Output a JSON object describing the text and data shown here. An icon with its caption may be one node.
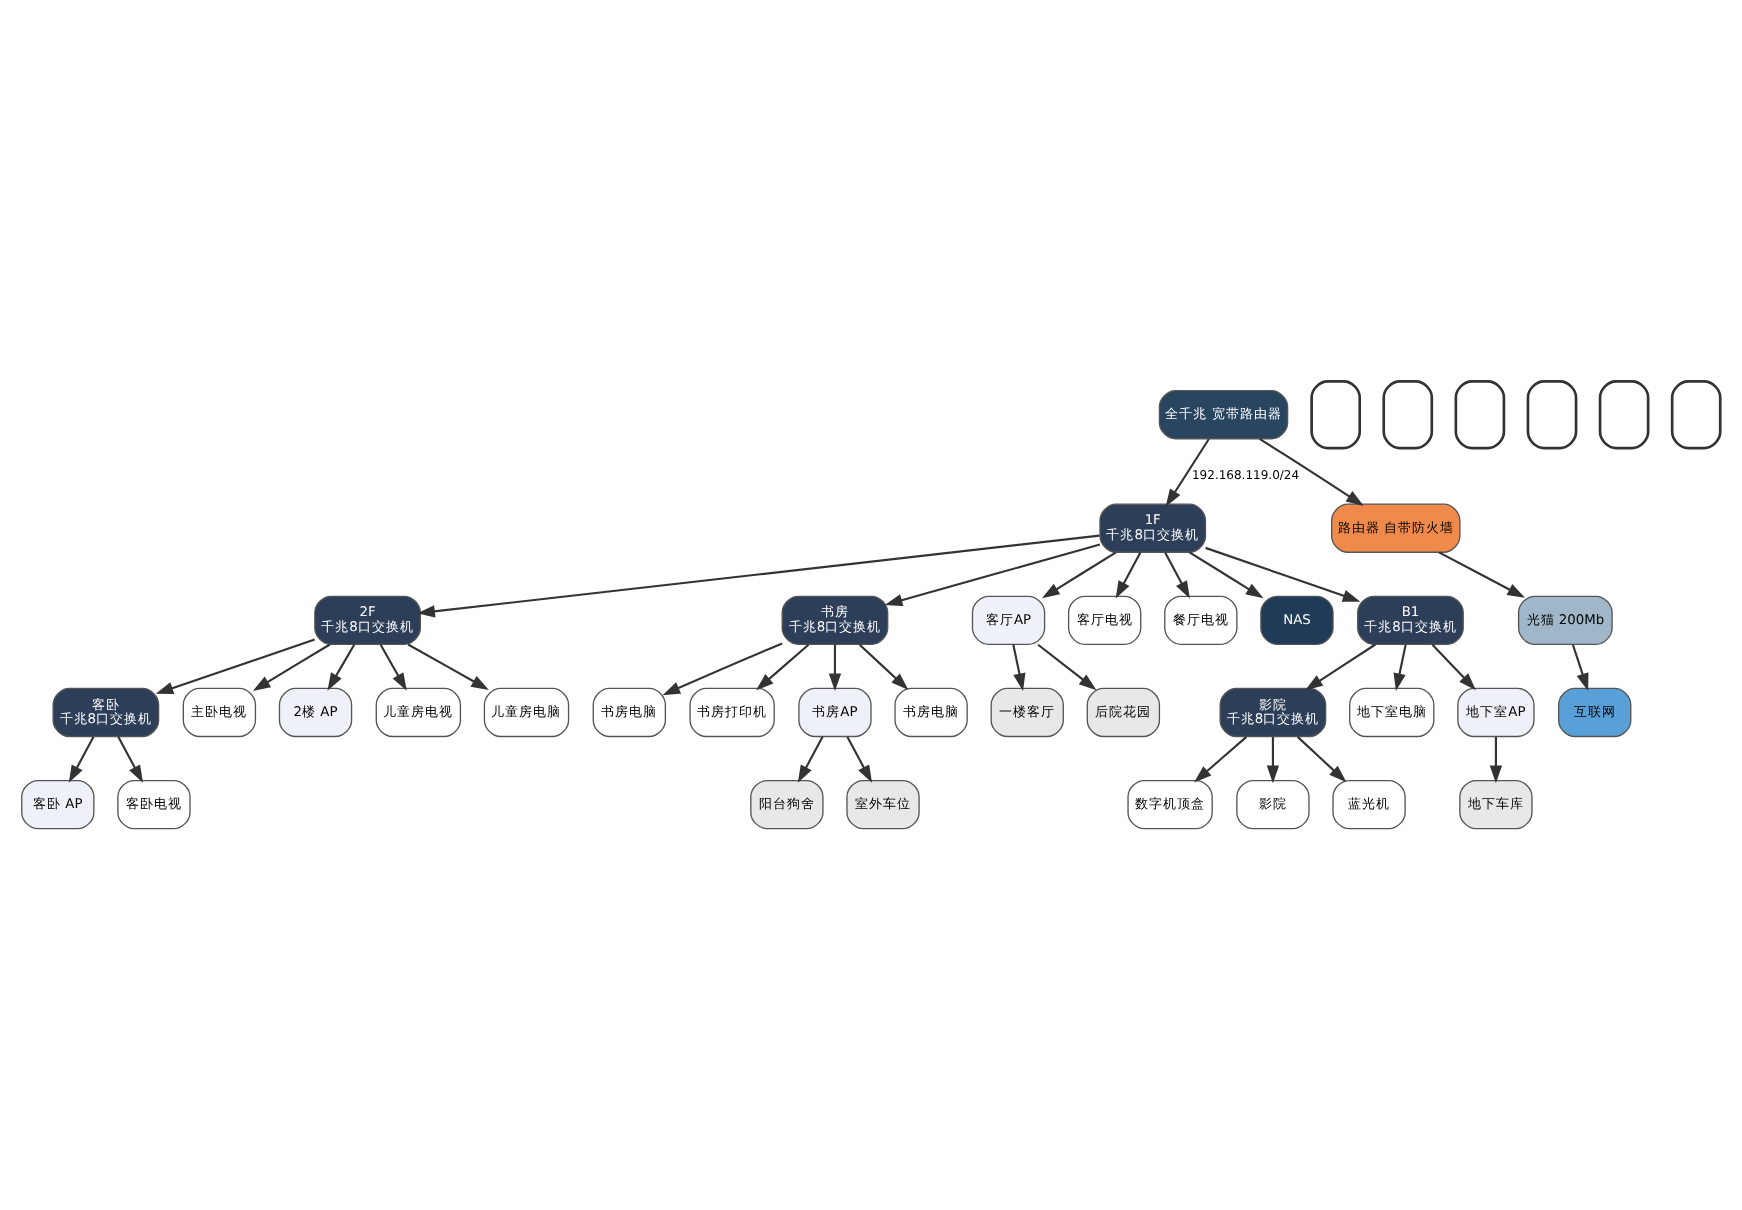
{
  "diagram": {
    "nodes": [
      {
        "text": [
          "客卧",
          "千兆8口交换机"
        ]
      },
      {
        "text": [
          "客卧 AP"
        ]
      },
      {
        "text": [
          "客卧电视"
        ]
      },
      {
        "text": [
          "2F",
          "千兆8口交换机"
        ]
      },
      {
        "text": [
          "主卧电视"
        ]
      },
      {
        "text": [
          "2楼 AP"
        ]
      },
      {
        "text": [
          "儿童房电视"
        ]
      },
      {
        "text": [
          "儿童房电脑"
        ]
      },
      {
        "text": [
          "书房",
          "千兆8口交换机"
        ]
      },
      {
        "text": [
          "书房电脑"
        ]
      },
      {
        "text": [
          "书房打印机"
        ]
      },
      {
        "text": [
          "书房AP"
        ]
      },
      {
        "text": [
          "阳台狗舍"
        ]
      },
      {
        "text": [
          "室外车位"
        ]
      },
      {
        "text": [
          "书房电脑"
        ]
      },
      {
        "text": [
          "1F",
          "千兆8口交换机"
        ]
      },
      {
        "text": [
          "客厅AP"
        ]
      },
      {
        "text": [
          "一楼客厅"
        ]
      },
      {
        "text": [
          "后院花园"
        ]
      },
      {
        "text": [
          "客厅电视"
        ]
      },
      {
        "text": [
          "餐厅电视"
        ]
      },
      {
        "text": [
          "NAS"
        ]
      },
      {
        "text": [
          "全千兆 宽带路由器"
        ]
      },
      {
        "text": [
          "路由器 自带防火墙"
        ]
      },
      {
        "text": [
          "光猫 200Mb"
        ]
      },
      {
        "text": [
          "互联网"
        ]
      },
      {
        "text": [
          "B1",
          "千兆8口交换机"
        ]
      },
      {
        "text": [
          "影院",
          "千兆8口交换机"
        ]
      },
      {
        "text": [
          "地下室电脑"
        ]
      },
      {
        "text": [
          "地下室AP"
        ]
      },
      {
        "text": [
          "地下车库"
        ]
      },
      {
        "text": [
          "数字机顶盒"
        ]
      },
      {
        "text": [
          "影院"
        ]
      },
      {
        "text": [
          "蓝光机"
        ]
      },
      {
        "text": [],
        "shape": "box"
      },
      {
        "text": [],
        "shape": "box"
      },
      {
        "text": [],
        "shape": "box"
      },
      {
        "text": [],
        "shape": "box"
      },
      {
        "text": [],
        "shape": "box"
      },
      {
        "text": [],
        "shape": "box"
      }
    ],
    "edges": [
      {
        "from": 3,
        "to": 0,
        "arrow": "to"
      },
      {
        "from": 0,
        "to": 1,
        "arrow": "to"
      },
      {
        "from": 0,
        "to": 2,
        "arrow": "to"
      },
      {
        "from": 3,
        "to": 4,
        "arrow": "to"
      },
      {
        "from": 3,
        "to": 5,
        "arrow": "to"
      },
      {
        "from": 3,
        "to": 6,
        "arrow": "to"
      },
      {
        "from": 3,
        "to": 7,
        "arrow": "to"
      },
      {
        "from": 15,
        "to": 3,
        "arrow": "to"
      },
      {
        "from": 15,
        "to": 8,
        "arrow": "to"
      },
      {
        "from": 8,
        "to": 9,
        "arrow": "to"
      },
      {
        "from": 8,
        "to": 10,
        "arrow": "to"
      },
      {
        "from": 8,
        "to": 11,
        "arrow": "to"
      },
      {
        "from": 8,
        "to": 14,
        "arrow": "to"
      },
      {
        "from": 11,
        "to": 12,
        "arrow": "to"
      },
      {
        "from": 11,
        "to": 13,
        "arrow": "to"
      },
      {
        "from": 15,
        "to": 16,
        "arrow": "to"
      },
      {
        "from": 15,
        "to": 19,
        "arrow": "to"
      },
      {
        "from": 15,
        "to": 20,
        "arrow": "to"
      },
      {
        "from": 15,
        "to": 21,
        "arrow": "to"
      },
      {
        "from": 16,
        "to": 17,
        "arrow": "to"
      },
      {
        "from": 16,
        "to": 18,
        "arrow": "to"
      },
      {
        "from": 22,
        "to": 15,
        "arrow": "to",
        "label": "192.168.119.0/24"
      },
      {
        "from": 22,
        "to": 23,
        "arrow": "to"
      },
      {
        "from": 23,
        "to": 24,
        "arrow": "to"
      },
      {
        "from": 24,
        "to": 25,
        "arrow": "to"
      },
      {
        "from": 15,
        "to": 26,
        "arrow": "to"
      },
      {
        "from": 26,
        "to": 27,
        "arrow": "to"
      },
      {
        "from": 26,
        "to": 28,
        "arrow": "to"
      },
      {
        "from": 26,
        "to": 29,
        "arrow": "to"
      },
      {
        "from": 29,
        "to": 30,
        "arrow": "to"
      },
      {
        "from": 27,
        "to": 31,
        "arrow": "to"
      },
      {
        "from": 27,
        "to": 32,
        "arrow": "to"
      },
      {
        "from": 27,
        "to": 33,
        "arrow": "to"
      }
    ]
  }
}
